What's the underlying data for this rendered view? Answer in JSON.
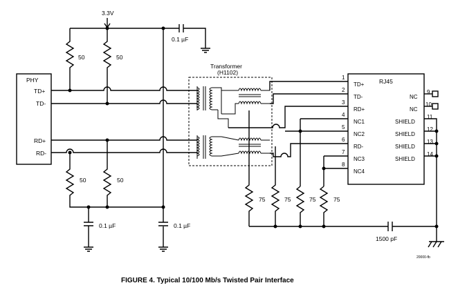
{
  "title": "FIGURE 4. Typical 10/100 Mb/s Twisted Pair Interface",
  "supply": "3.3V",
  "phy": {
    "name": "PHY",
    "pins": [
      "TD+",
      "TD-",
      "RD+",
      "RD-"
    ]
  },
  "transformer": {
    "label": "Transformer",
    "part": "(H1102)"
  },
  "rj45": {
    "name": "RJ45",
    "left_pins": [
      {
        "num": "1",
        "label": "TD+"
      },
      {
        "num": "2",
        "label": "TD-"
      },
      {
        "num": "3",
        "label": "RD+"
      },
      {
        "num": "4",
        "label": "NC1"
      },
      {
        "num": "5",
        "label": "NC2"
      },
      {
        "num": "6",
        "label": "RD-"
      },
      {
        "num": "7",
        "label": "NC3"
      },
      {
        "num": "8",
        "label": "NC4"
      }
    ],
    "right_pins": [
      {
        "num": "9",
        "label": "NC"
      },
      {
        "num": "10",
        "label": "NC"
      },
      {
        "num": "11",
        "label": "SHIELD"
      },
      {
        "num": "12",
        "label": "SHIELD"
      },
      {
        "num": "13",
        "label": "SHIELD"
      },
      {
        "num": "14",
        "label": "SHIELD"
      }
    ]
  },
  "resistors": {
    "top_left": "50",
    "top_right": "50",
    "bottom_left": "50",
    "bottom_right": "50",
    "termination": [
      "75",
      "75",
      "75",
      "75"
    ]
  },
  "capacitors": {
    "top": "0.1 µF",
    "bottom_left": "0.1 µF",
    "bottom_center": "0.1 µF",
    "chassis": "1500 pF"
  },
  "watermark": "20000-fb"
}
